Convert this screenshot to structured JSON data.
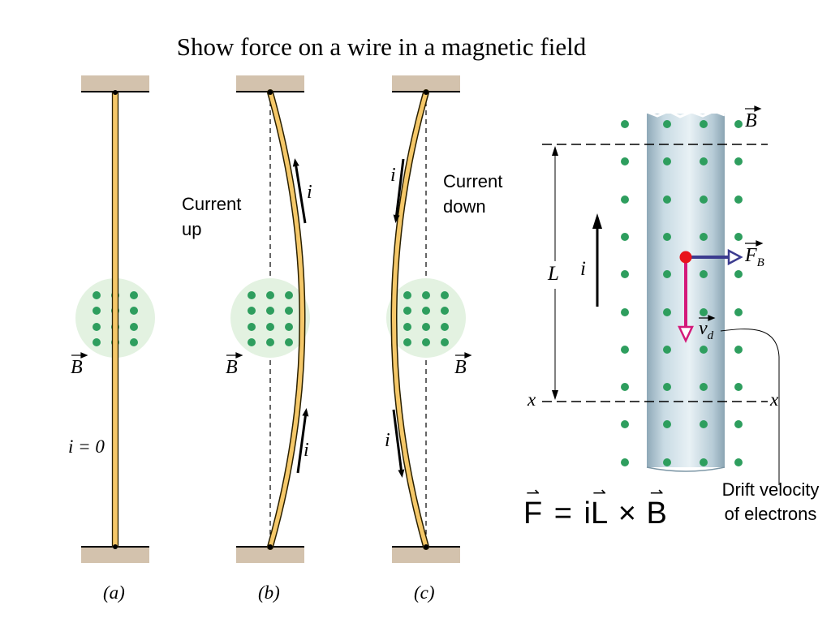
{
  "title": "Show force on a wire in a magnetic field",
  "panels": {
    "a": {
      "caption": "(a)",
      "current_label": "i = 0",
      "field_label": "B"
    },
    "b": {
      "caption": "(b)",
      "current_text_line1": "Current",
      "current_text_line2": "up",
      "current_symbol": "i",
      "field_label": "B"
    },
    "c": {
      "caption": "(c)",
      "current_text_line1": "Current",
      "current_text_line2": "down",
      "current_symbol": "i",
      "field_label": "B"
    }
  },
  "detail": {
    "field_label": "B",
    "force_label": "F",
    "force_subscript": "B",
    "velocity_label": "v",
    "velocity_subscript": "d",
    "length_label": "L",
    "current_symbol": "i",
    "section_mark": "x"
  },
  "formula": {
    "F": "F",
    "equals": "=",
    "i": "i",
    "L": "L",
    "times": "×",
    "B": "B"
  },
  "annotation": {
    "line1": "Drift velocity",
    "line2": "of electrons"
  },
  "colors": {
    "ceiling": "#d3c2ad",
    "wire_fill": "#f5c869",
    "wire_edge": "#2a2000",
    "dot": "#2e9e5e",
    "field_region": "#e3f2e1",
    "force_arrow": "#3b3b8f",
    "velocity_arrow": "#d4197a",
    "charge": "#e8141b"
  }
}
